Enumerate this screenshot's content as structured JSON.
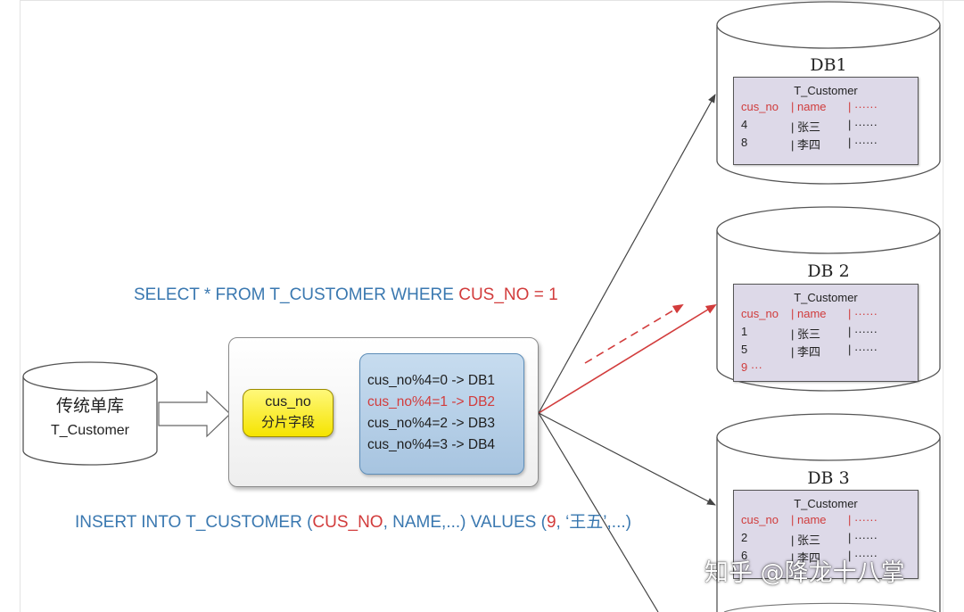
{
  "single_db": {
    "title": "传统单库",
    "table": "T_Customer"
  },
  "router": {
    "shard_key": {
      "field": "cus_no",
      "label": "分片字段"
    },
    "rules": [
      {
        "text": "cus_no%4=0 -> DB1",
        "highlight": false
      },
      {
        "text": "cus_no%4=1 -> DB2",
        "highlight": true
      },
      {
        "text": "cus_no%4=2 -> DB3",
        "highlight": false
      },
      {
        "text": "cus_no%4=3 -> DB4",
        "highlight": false
      }
    ]
  },
  "select_sql": {
    "a": "SELECT * FROM T_CUSTOMER WHERE ",
    "b": "CUS_NO = 1"
  },
  "insert_sql": {
    "a": "INSERT INTO T_CUSTOMER (",
    "b": "CUS_NO",
    "c": ", NAME,...) VALUES (",
    "d": "9",
    "e": ",  ‘王五’,...)"
  },
  "databases": [
    {
      "title": "DB1",
      "table": "T_Customer",
      "header": [
        "cus_no",
        "| name",
        "| ······"
      ],
      "rows": [
        [
          "4",
          "| 张三",
          "|  ······"
        ],
        [
          "8",
          "| 李四",
          "|  ······"
        ]
      ]
    },
    {
      "title": "DB 2",
      "table": "T_Customer",
      "header": [
        "cus_no",
        "| name",
        "| ······"
      ],
      "rows": [
        [
          "1",
          "| 张三",
          "|  ······"
        ],
        [
          "5",
          "| 李四",
          "|  ······"
        ]
      ],
      "extra_row": "9 ···"
    },
    {
      "title": "DB 3",
      "table": "T_Customer",
      "header": [
        "cus_no",
        "| name",
        "| ······"
      ],
      "rows": [
        [
          "2",
          "| 张三",
          "|  ······"
        ],
        [
          "6",
          "| 李四",
          "|  ······"
        ]
      ]
    }
  ],
  "watermark": "知乎 @降龙十八掌",
  "colors": {
    "highlight": "#d23c3c",
    "sql_blue": "#3a78b0",
    "rules_box": "#b8d1ea",
    "shard_key": "#fff23a",
    "table_box": "#ddd9e8"
  }
}
